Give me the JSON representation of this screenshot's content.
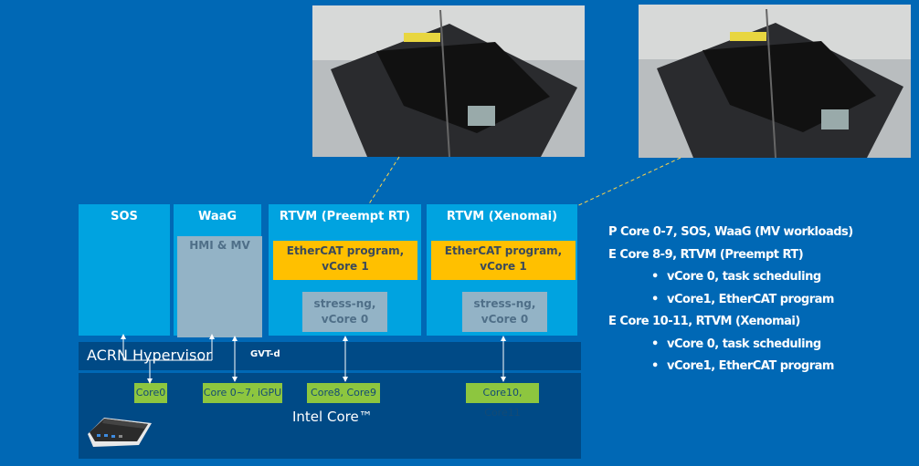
{
  "photos": [
    {
      "label": "EtherCAT motion platform photo (Preempt RT)"
    },
    {
      "label": "EtherCAT motion platform photo (Xenomai)"
    }
  ],
  "vms": {
    "sos": {
      "title": "SOS"
    },
    "waag": {
      "title": "WaaG",
      "workload": "HMI & MV"
    },
    "rtvm_preempt": {
      "title": "RTVM (Preempt RT)",
      "ethercat_line1": "EtherCAT program,",
      "ethercat_line2": "vCore 1",
      "stress_line1": "stress-ng,",
      "stress_line2": "vCore 0"
    },
    "rtvm_xenomai": {
      "title": "RTVM (Xenomai)",
      "ethercat_line1": "EtherCAT program,",
      "ethercat_line2": "vCore 1",
      "stress_line1": "stress-ng,",
      "stress_line2": "vCore 0"
    }
  },
  "hypervisor": {
    "label": "ACRN Hypervisor",
    "gvt": "GVT-d"
  },
  "hardware": {
    "label": "Intel Core™",
    "cores": [
      "Core0",
      "Core 0~7, iGPU",
      "Core8, Core9",
      "Core10, Core11"
    ]
  },
  "legend": {
    "lines": [
      {
        "text": "P Core 0-7,  SOS,  WaaG (MV workloads)",
        "indent": false
      },
      {
        "text": "E Core 8-9,  RTVM (Preempt RT)",
        "indent": false
      },
      {
        "text": "vCore 0, task scheduling",
        "indent": true
      },
      {
        "text": "vCore1, EtherCAT program",
        "indent": true
      },
      {
        "text": "E Core 10-11,  RTVM (Xenomai)",
        "indent": false
      },
      {
        "text": "vCore 0, task scheduling",
        "indent": true
      },
      {
        "text": "vCore1, EtherCAT program",
        "indent": true
      }
    ]
  },
  "colors": {
    "background": "#0068b5",
    "vm": "#00a3e0",
    "hypervisor": "#004a86",
    "core": "#8dc63f",
    "ethercat": "#ffc000",
    "stress": "#93b3c6",
    "connector": "#ffd54a"
  }
}
